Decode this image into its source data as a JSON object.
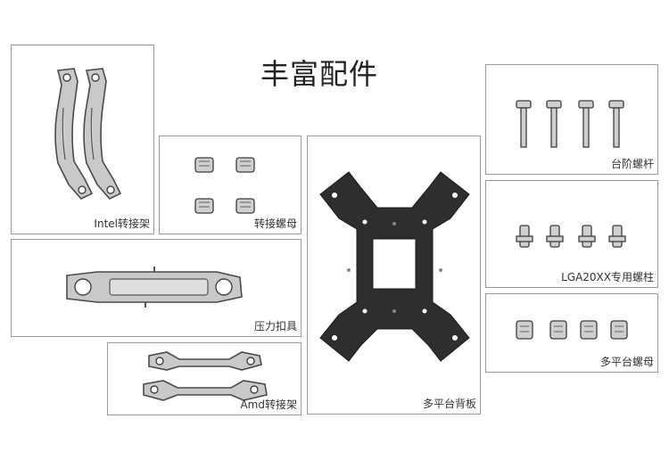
{
  "title": "丰富配件",
  "panels": {
    "intel_bracket": "Intel转接架",
    "adapter_nut": "转接螺母",
    "multi_platform_backplate": "多平台背板",
    "step_screw": "台阶螺杆",
    "lga_pillar": "LGA20XX专用螺柱",
    "pressure_clip": "压力扣具",
    "multi_platform_nut": "多平台螺母",
    "amd_bracket": "Amd转接架"
  }
}
